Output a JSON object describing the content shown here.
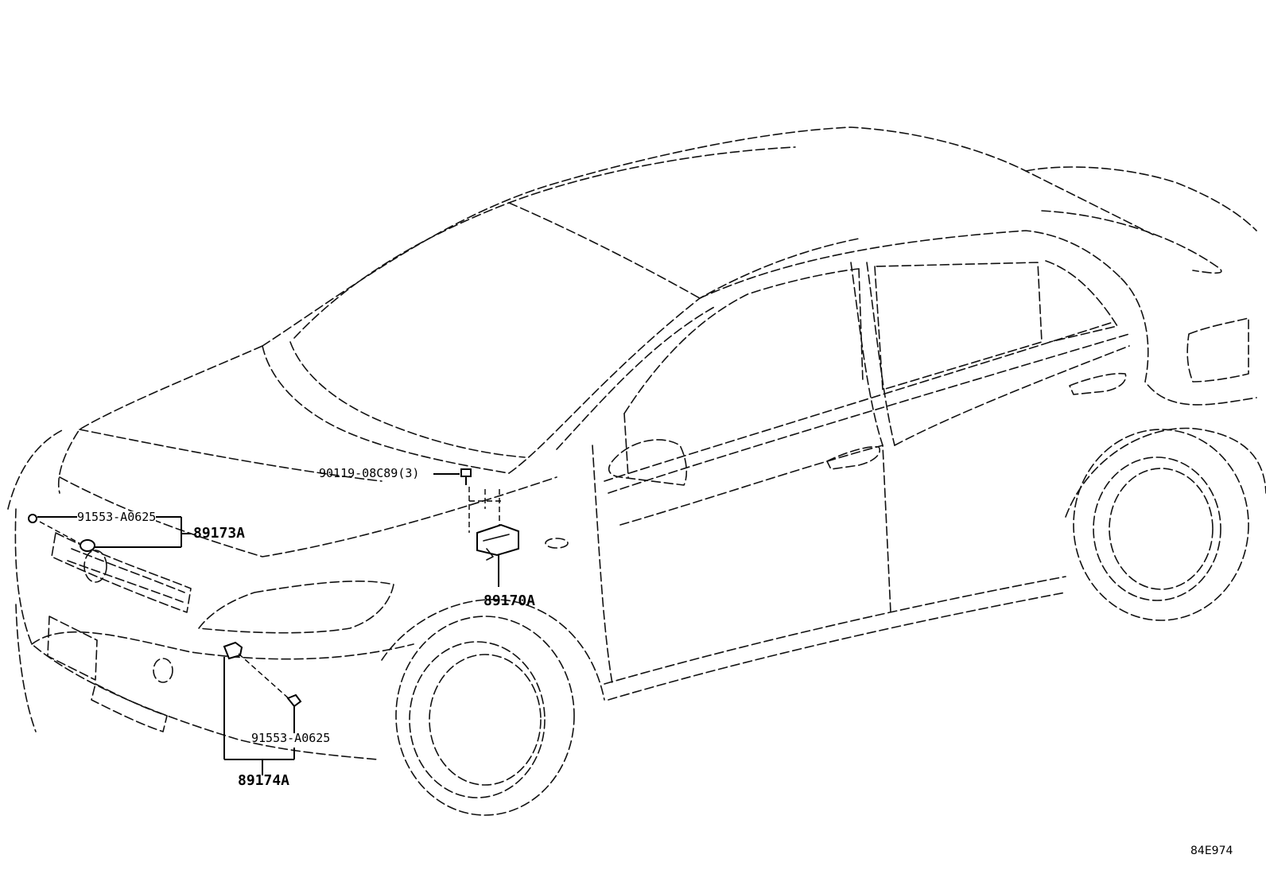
{
  "callouts": {
    "bolt_top": "90119-08C89(3)",
    "bolt_left": "91553-A0625",
    "sensor_left": "89173A",
    "module_center": "89170A",
    "bolt_bottom": "91553-A0625",
    "sensor_bottom": "89174A"
  },
  "illustration_code": "84E974"
}
